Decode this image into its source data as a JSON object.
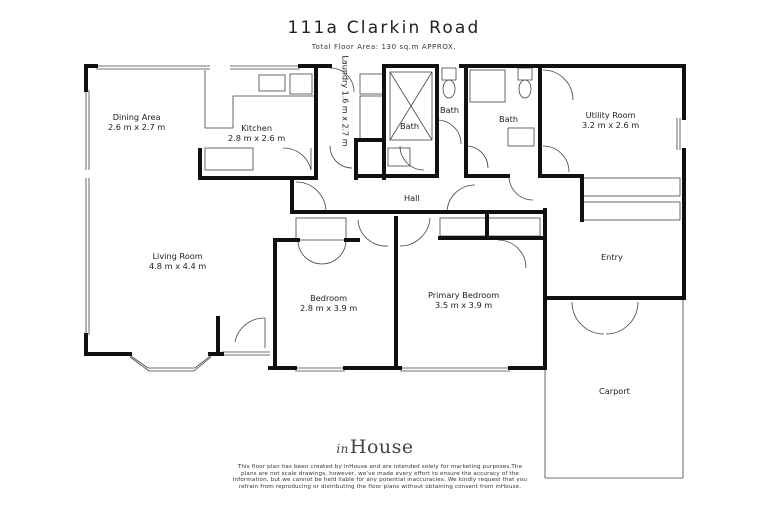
{
  "header": {
    "address": "111a Clarkin Road",
    "floor_area": "Total Floor Area: 130 sq.m APPROX."
  },
  "rooms": {
    "dining": {
      "name": "Dining Area",
      "size": "2.6 m x 2.7 m"
    },
    "kitchen": {
      "name": "Kitchen",
      "size": "2.8 m x 2.6 m"
    },
    "laundry": {
      "name": "Laundry",
      "size": "1.6 m x 2.7 m"
    },
    "bath_left": {
      "name": "Bath"
    },
    "bath_middle": {
      "name": "Bath"
    },
    "bath_right": {
      "name": "Bath"
    },
    "utility": {
      "name": "Utility Room",
      "size": "3.2 m x 2.6 m"
    },
    "hall": {
      "name": "Hall"
    },
    "living": {
      "name": "Living Room",
      "size": "4.8 m x 4.4 m"
    },
    "entry": {
      "name": "Entry"
    },
    "bedroom": {
      "name": "Bedroom",
      "size": "2.8 m x 3.9 m"
    },
    "primary": {
      "name": "Primary Bedroom",
      "size": "3.5 m x 3.9 m"
    },
    "carport": {
      "name": "Carport"
    }
  },
  "branding": {
    "logo_prefix": "in",
    "logo_main": "House"
  },
  "disclaimer": "This floor plan has been created by inHouse and are intended solely for marketing purposes.The plans are not scale drawings, however, we've made every effort to ensure the accuracy of the information, but we cannot be held liable for any potential inaccuracies. We kindly request that you refrain from reproducing or distributing the floor plans without obtaining consent from inHouse.",
  "colors": {
    "wall": "#111111",
    "thin_line": "#444444",
    "text": "#222222",
    "logo": "#444444"
  }
}
